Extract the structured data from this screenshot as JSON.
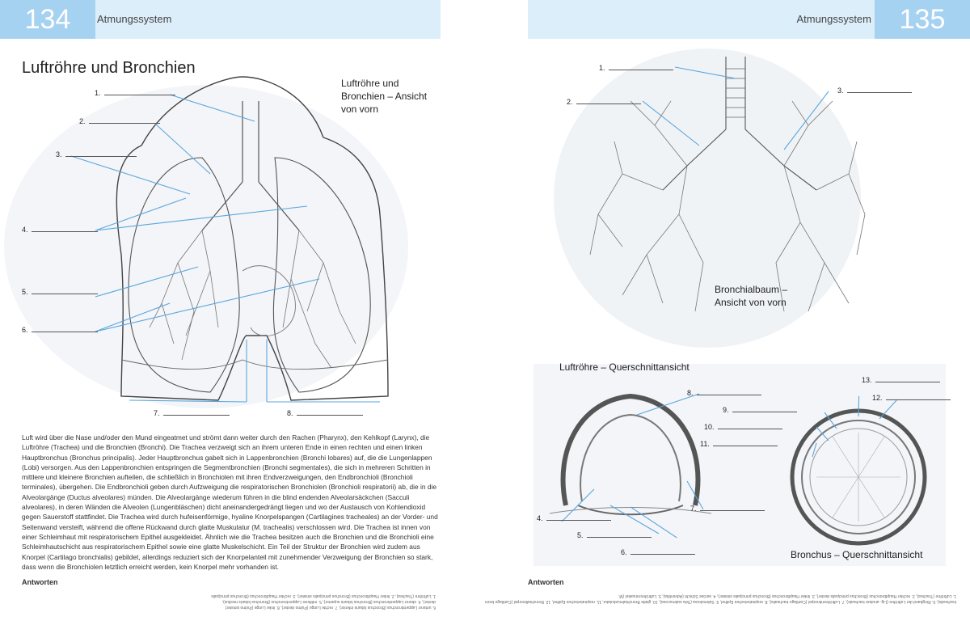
{
  "left_page": {
    "page_number": "134",
    "chapter": "Atmungssystem",
    "title": "Luftröhre und Bronchien",
    "figure_caption": "Luftröhre und Bronchien – Ansicht von vorn",
    "labels": [
      "1.",
      "2.",
      "3.",
      "4.",
      "5.",
      "6.",
      "7.",
      "8."
    ],
    "body_text": "Luft wird über die Nase und/oder den Mund eingeatmet und strömt dann weiter durch den Rachen (Pharynx), den Kehlkopf (Larynx), die Luftröhre (Trachea) und die Bronchien (Bronchi). Die Trachea verzweigt sich an ihrem unteren Ende in einen rechten und einen linken Hauptbronchus (Bronchus principalis). Jeder Hauptbronchus gabelt sich in Lappenbronchien (Bronchi lobares) auf, die die Lungenlappen (Lobi) versorgen. Aus den Lappenbronchien entspringen die Segmentbronchien (Bronchi segmentales), die sich in mehreren Schritten in mittlere und kleinere Bronchien aufteilen, die schließlich in Bronchiolen mit ihren Endverzweigungen, den Endbronchioli (Bronchioli terminales), übergehen. Die Endbronchioli geben durch Aufzweigung die respiratorischen Bronchiolen (Bronchioli respiratorii) ab, die in die Alveolargänge (Ductus alveolares) münden. Die Alveolargänge wiederum führen in die blind endenden Alveolarsäckchen (Sacculi alveolares), in deren Wänden die Alveolen (Lungenbläschen) dicht aneinandergedrängt liegen und wo der Austausch von Kohlendioxid gegen Sauerstoff stattfindet. Die Trachea wird durch hufeisenförmige, hyaline Knorpelspangen (Cartilagines tracheales) an der Vorder- und Seitenwand versteift, während die offene Rückwand durch glatte Muskulatur (M. trachealis) verschlossen wird. Die Trachea ist innen von einer Schleimhaut mit respiratorischem Epithel ausgekleidet. Ähnlich wie die Trachea besitzen auch die Bronchien und die Bronchioli eine Schleimhautschicht aus respiratorischem Epithel sowie eine glatte Muskelschicht. Ein Teil der Struktur der Bronchien wird zudem aus Knorpel (Cartilago bronchialis) gebildet, allerdings reduziert sich der Knorpelanteil mit zunehmender Verzweigung der Bronchien so stark, dass wenn die Bronchiolen letztlich erreicht werden, kein Knorpel mehr vorhanden ist.",
    "answers_heading": "Antworten",
    "answers_line1": "1. Luftröhre (Trachea), 2. linker Hauptbronchus (Bronchus principalis sinister), 3. rechter Hauptbronchus (Bronchus principalis",
    "answers_line2": "dexter), 4. oberer Lappenbronchus (Bronchus lobaris superior), 5. mittlerer Lappenbronchus (Bronchus lobaris medius),",
    "answers_line3": "6. unterer Lappenbronchus (Bronchus lobaris inferior), 7. rechte Lunge (Pulmo dexter), 8. linke Lunge (Pulmo sinister)"
  },
  "right_page": {
    "page_number": "135",
    "chapter": "Atmungssystem",
    "caption_tree": "Bronchialbaum – Ansicht von vorn",
    "caption_trachea": "Luftröhre – Querschnittansicht",
    "caption_bronchus": "Bronchus – Querschnittansicht",
    "labels": [
      "1.",
      "2.",
      "3.",
      "4.",
      "5.",
      "6.",
      "7.",
      "8.",
      "9.",
      "10.",
      "11.",
      "12.",
      "13."
    ],
    "answers_heading": "Antworten",
    "answers_line1": "1. Luftröhre (Trachea), 2. rechter Hauptbronchus (Bronchus principalis dexter), 3. linker Hauptbronchus (Bronchus principalis sinister), 4. seröse Schicht (Adventitia), 5. Luftröhrenmuskel (M.",
    "answers_line2": "trachealis), 6. Ringband der Luftröhre (Lig. anulare tracheale), 7. Luftröhrenknorpel (Cartilago trachealis), 8. respiratorisches Epithel, 9. Submukosa (Tela submucosa), 10. glatte Bronchialmuskulatur, 11. respiratorisches Epithel, 12. Bronchialknorpel (Cartilago bronchialis), 13. Bronchialdrüse (Glandula bronchialis)"
  },
  "colors": {
    "header_light": "#ddeefb",
    "header_dark": "#a6d2f2",
    "leader_line": "#5aa6dd"
  }
}
